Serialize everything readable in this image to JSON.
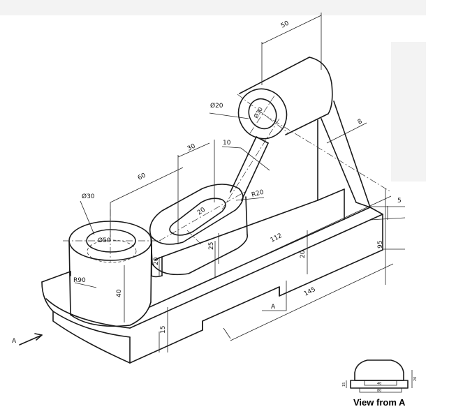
{
  "dimensions": {
    "width_50": "50",
    "dia_20": "Ø20",
    "dia_30_upper": "Ø30",
    "thk_8": "8",
    "len_30": "30",
    "len_10": "10",
    "len_60": "60",
    "dia_30": "Ø30",
    "r_20": "R20",
    "slot_20": "20",
    "dia_50": "Ø50",
    "len_112": "112",
    "ht_25": "25",
    "ht_20_left": "20",
    "ht_20": "20",
    "ht_5": "5",
    "ht_95": "95",
    "r_90": "R90",
    "ht_40": "40",
    "len_145": "145",
    "ht_15": "15",
    "view_a": "A",
    "arrow_a": "A"
  },
  "inset": {
    "d1": "40",
    "d2": "80",
    "d3": "15",
    "d4": "20"
  },
  "caption": "View from A"
}
